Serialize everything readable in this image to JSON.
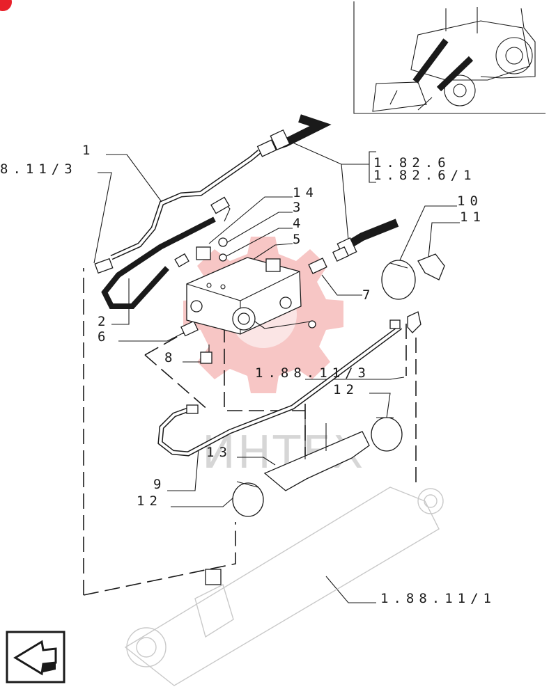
{
  "diagram": {
    "callouts": [
      {
        "id": "c1",
        "text": "1"
      },
      {
        "id": "c2",
        "text": "8.11/3"
      },
      {
        "id": "c3",
        "text": "1.82.6"
      },
      {
        "id": "c4",
        "text": "1.82.6/1"
      },
      {
        "id": "c5",
        "text": "14"
      },
      {
        "id": "c6",
        "text": "3"
      },
      {
        "id": "c7",
        "text": "4"
      },
      {
        "id": "c8",
        "text": "5"
      },
      {
        "id": "c9",
        "text": "10"
      },
      {
        "id": "c10",
        "text": "11"
      },
      {
        "id": "c11",
        "text": "7"
      },
      {
        "id": "c12",
        "text": "2"
      },
      {
        "id": "c13",
        "text": "6"
      },
      {
        "id": "c14",
        "text": "8"
      },
      {
        "id": "c15",
        "text": "1.88.11/3"
      },
      {
        "id": "c16",
        "text": "12"
      },
      {
        "id": "c17",
        "text": "13"
      },
      {
        "id": "c18",
        "text": "9"
      },
      {
        "id": "c19",
        "text": "12"
      },
      {
        "id": "c20",
        "text": "1.88.11/1"
      }
    ]
  },
  "icons": {
    "corner_badge": "logo-badge-icon",
    "nav_arrow": "arrow-navigation-icon",
    "watermark": "gear-watermark-icon"
  },
  "colors": {
    "line": "#1a1a1a",
    "watermark": "#e8524e",
    "badge": "#e8202a"
  }
}
